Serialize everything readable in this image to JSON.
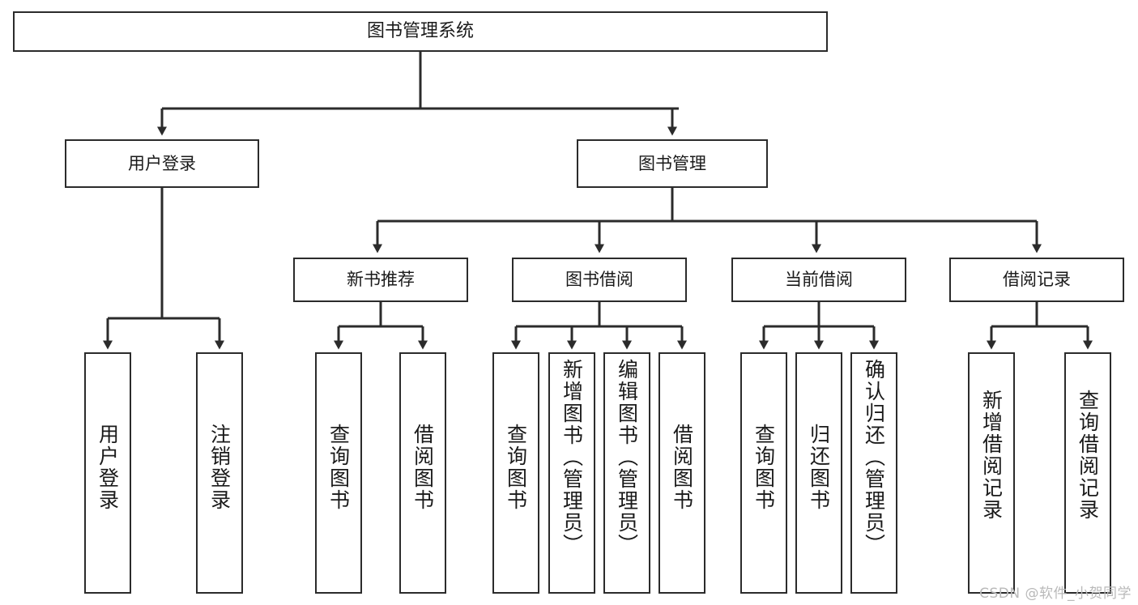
{
  "diagram": {
    "type": "tree-hierarchy",
    "title": "图书管理系统",
    "background_color": "#ffffff",
    "line_color": "#2b2b2b",
    "text_color": "#1a1a1a",
    "watermark": "CSDN @软件_小贺同学",
    "levels": [
      {
        "level": 1,
        "nodes": [
          {
            "id": "root",
            "label": "图书管理系统",
            "orientation": "horizontal"
          }
        ]
      },
      {
        "level": 2,
        "nodes": [
          {
            "id": "login",
            "label": "用户登录",
            "orientation": "horizontal",
            "parent": "root"
          },
          {
            "id": "bookmgmt",
            "label": "图书管理",
            "orientation": "horizontal",
            "parent": "root"
          }
        ]
      },
      {
        "level": 3,
        "nodes": [
          {
            "id": "newbook",
            "label": "新书推荐",
            "orientation": "horizontal",
            "parent": "bookmgmt"
          },
          {
            "id": "borrow",
            "label": "图书借阅",
            "orientation": "horizontal",
            "parent": "bookmgmt"
          },
          {
            "id": "current",
            "label": "当前借阅",
            "orientation": "horizontal",
            "parent": "bookmgmt"
          },
          {
            "id": "records",
            "label": "借阅记录",
            "orientation": "horizontal",
            "parent": "bookmgmt"
          }
        ]
      },
      {
        "level": 4,
        "nodes": [
          {
            "id": "leaf1",
            "label": "用户登录",
            "orientation": "vertical",
            "parent": "login"
          },
          {
            "id": "leaf2",
            "label": "注销登录",
            "orientation": "vertical",
            "parent": "login"
          },
          {
            "id": "leaf3",
            "label": "查询图书",
            "orientation": "vertical",
            "parent": "newbook"
          },
          {
            "id": "leaf4",
            "label": "借阅图书",
            "orientation": "vertical",
            "parent": "newbook"
          },
          {
            "id": "leaf5",
            "label": "查询图书",
            "orientation": "vertical",
            "parent": "borrow"
          },
          {
            "id": "leaf6",
            "label": "新增图书（管理员）",
            "orientation": "vertical",
            "parent": "borrow"
          },
          {
            "id": "leaf7",
            "label": "编辑图书（管理员）",
            "orientation": "vertical",
            "parent": "borrow"
          },
          {
            "id": "leaf8",
            "label": "借阅图书",
            "orientation": "vertical",
            "parent": "borrow"
          },
          {
            "id": "leaf9",
            "label": "查询图书",
            "orientation": "vertical",
            "parent": "current"
          },
          {
            "id": "leaf10",
            "label": "归还图书",
            "orientation": "vertical",
            "parent": "current"
          },
          {
            "id": "leaf11",
            "label": "确认归还（管理员）",
            "orientation": "vertical",
            "parent": "current"
          },
          {
            "id": "leaf12",
            "label": "新增借阅记录",
            "orientation": "vertical",
            "parent": "records"
          },
          {
            "id": "leaf13",
            "label": "查询借阅记录",
            "orientation": "vertical",
            "parent": "records"
          }
        ]
      }
    ]
  }
}
